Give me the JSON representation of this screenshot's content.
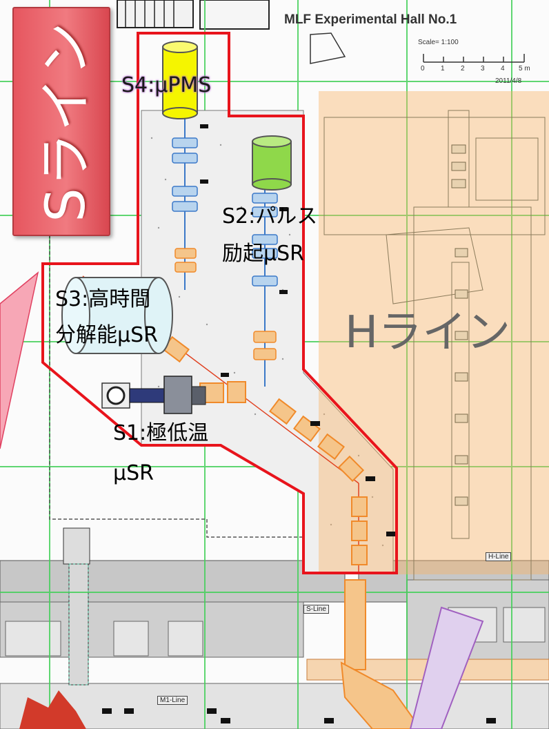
{
  "hall_title": "MLF Experimental Hall No.1",
  "scale": {
    "label": "Scale= 1:100",
    "ticks": [
      "0",
      "1",
      "2",
      "3",
      "4",
      "5 m"
    ],
    "date": "2011/4/8"
  },
  "sline_banner": "Sライン",
  "hline_banner": "Hライン",
  "stations": {
    "s1": {
      "line1": "S1:極低温",
      "line2": "μSR"
    },
    "s2": {
      "line1": "S2:パルス",
      "line2": "励起μSR"
    },
    "s3": {
      "line1": "S3:高時間",
      "line2": "分解能μSR"
    },
    "s4": {
      "line1": "S4:μPMS"
    }
  },
  "line_tags": {
    "s_line": "S-Line",
    "h_line": "H-Line",
    "m1_line": "M1-Line"
  },
  "colors": {
    "outline_red": "#e8141c",
    "ribbon_red": "#e6565f",
    "h_zone_orange": "#f7b266",
    "grid_green": "#44d05a",
    "s4_cylinder": "#f5f500",
    "s2_cylinder": "#8fd84a",
    "s3_cylinder": "#dff3f7",
    "beamline_orange": "#f08a2a",
    "beamline_blue": "#3a78c8"
  }
}
